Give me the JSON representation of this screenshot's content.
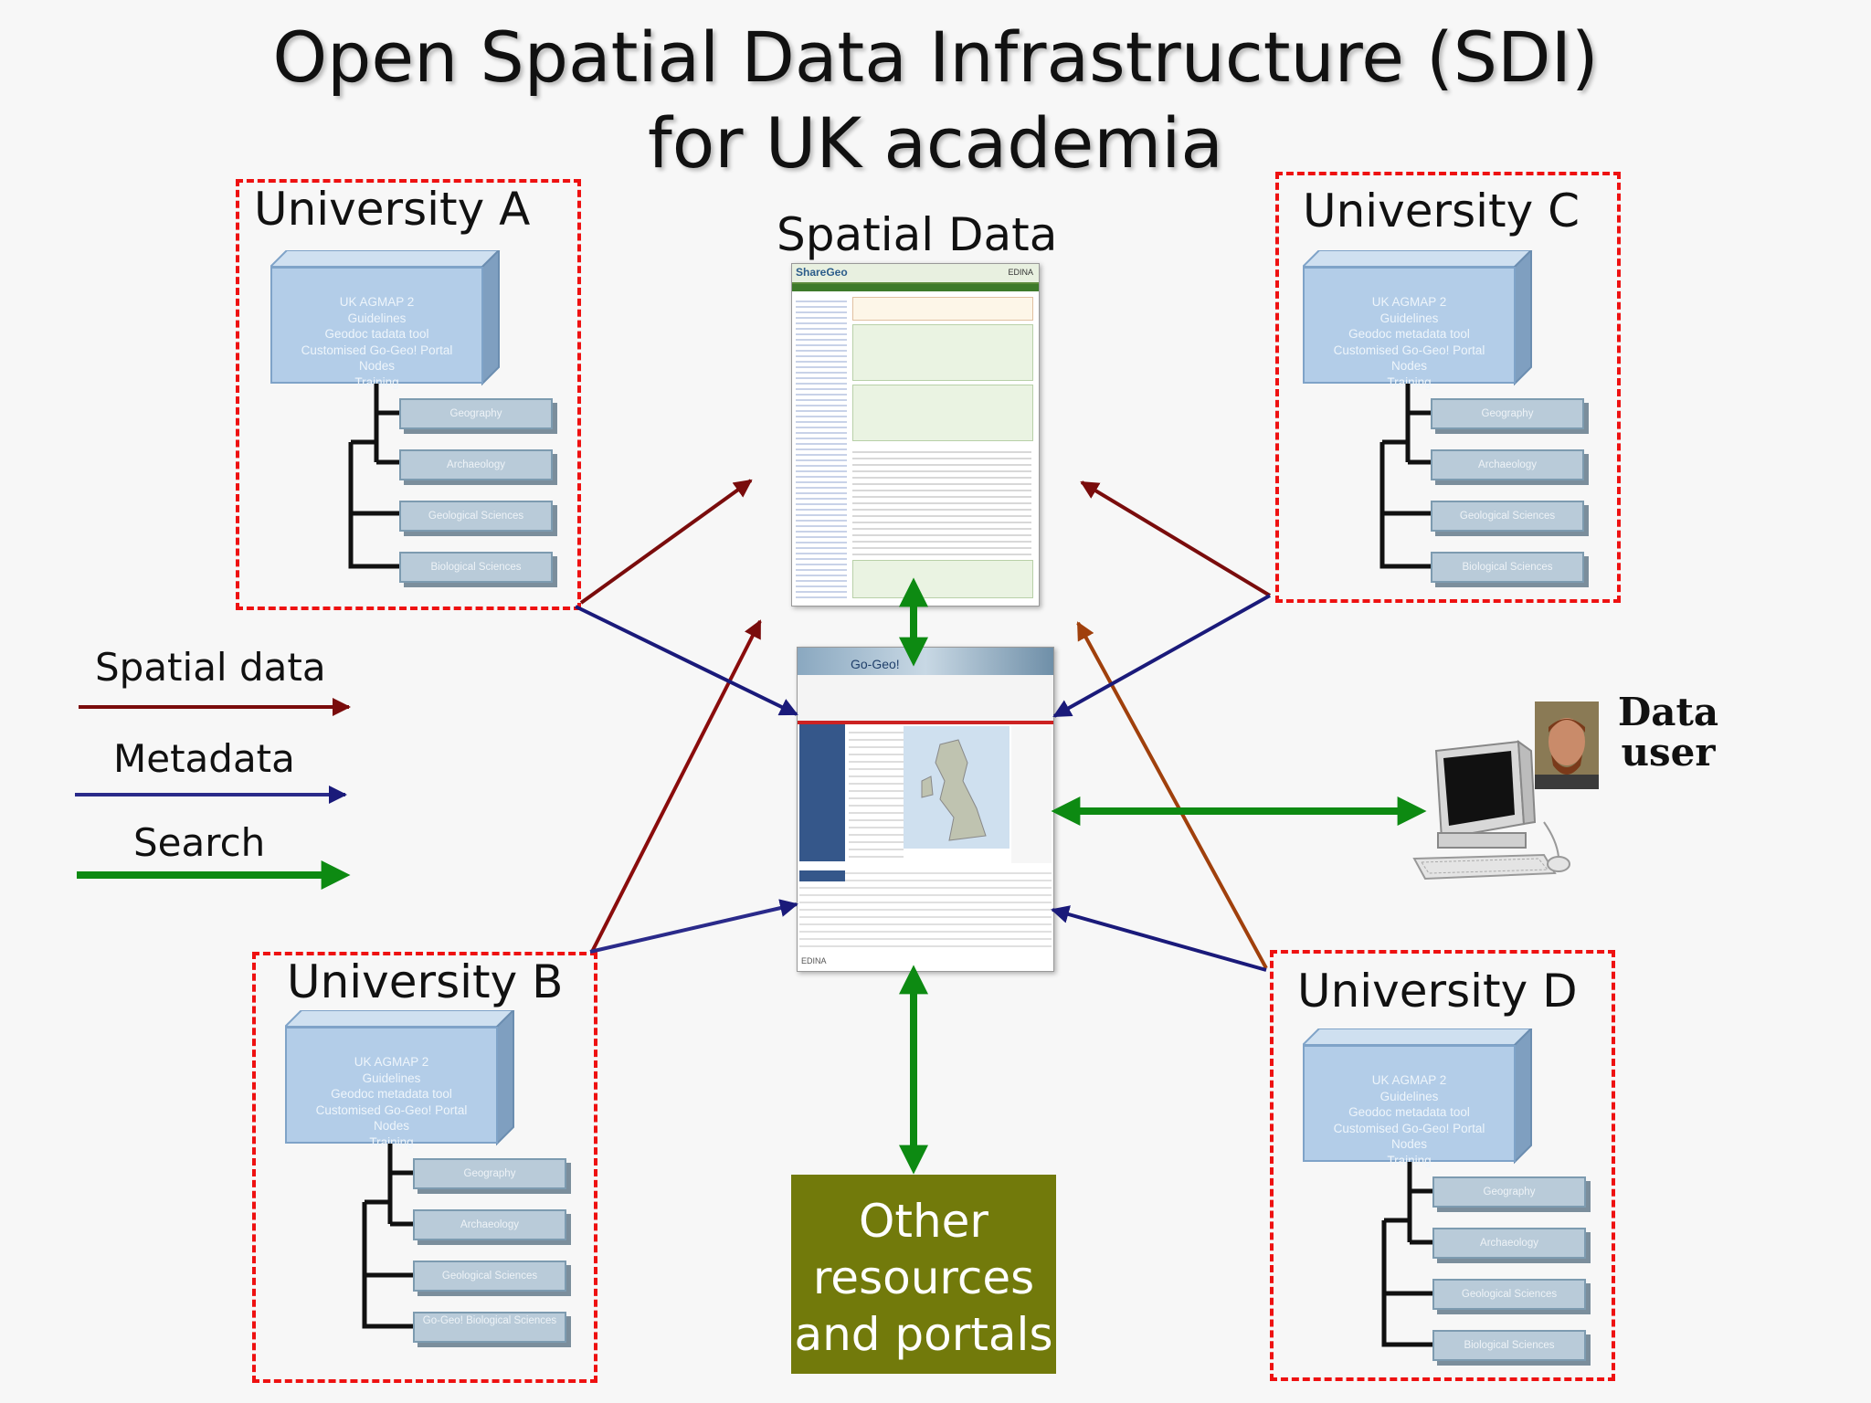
{
  "title": {
    "line1": "Open Spatial Data Infrastructure (SDI)",
    "line2": "for UK academia"
  },
  "spatial_data_label": "Spatial Data",
  "universities": [
    {
      "name": "University A",
      "box_lines": [
        "UK AGMAP 2",
        "Guidelines",
        "Geodoc tadata tool",
        "Customised Go-Geo! Portal",
        "Nodes",
        "Training"
      ],
      "subjects": [
        "Geography",
        "Archaeology",
        "Geological Sciences",
        "Biological Sciences"
      ]
    },
    {
      "name": "University C",
      "box_lines": [
        "UK AGMAP 2",
        "Guidelines",
        "Geodoc metadata tool",
        "Customised Go-Geo! Portal",
        "Nodes",
        "Training"
      ],
      "subjects": [
        "Geography",
        "Archaeology",
        "Geological Sciences",
        "Biological Sciences"
      ]
    },
    {
      "name": "University B",
      "box_lines": [
        "UK AGMAP 2",
        "Guidelines",
        "Geodoc metadata tool",
        "Customised Go-Geo! Portal",
        "Nodes",
        "Training"
      ],
      "subjects": [
        "Geography",
        "Archaeology",
        "Geological Sciences",
        "Go-Geo! Biological Sciences"
      ]
    },
    {
      "name": "University D",
      "box_lines": [
        "UK AGMAP 2",
        "Guidelines",
        "Geodoc metadata tool",
        "Customised Go-Geo! Portal",
        "Nodes",
        "Training"
      ],
      "subjects": [
        "Geography",
        "Archaeology",
        "Geological Sciences",
        "Biological Sciences"
      ]
    }
  ],
  "legend": {
    "spatial": "Spatial data",
    "metadata": "Metadata",
    "search": "Search"
  },
  "sharegeo": {
    "logo": "ShareGeo",
    "brand": "EDINA"
  },
  "gogeo": {
    "logo": "Go-Geo!",
    "footer": "EDINA"
  },
  "other": {
    "line1": "Other",
    "line2": "resources",
    "line3": "and portals"
  },
  "data_user": {
    "line1": "Data",
    "line2": "user"
  },
  "colors": {
    "spatial": "#7a0c0c",
    "metadata": "#1a1a7a",
    "search": "#0d8a12",
    "dashed": "#e11111",
    "other_bg": "#727a0b"
  }
}
